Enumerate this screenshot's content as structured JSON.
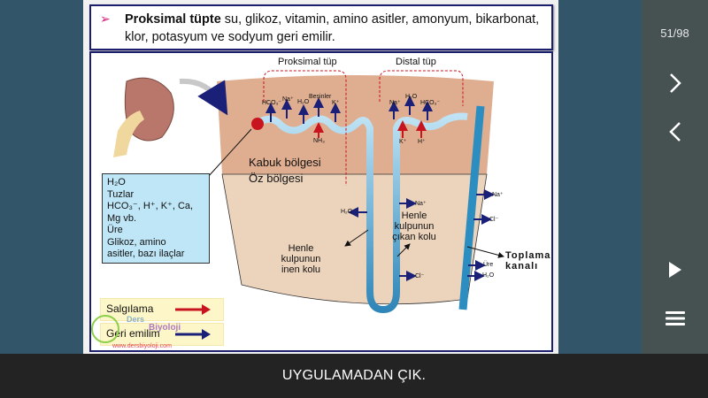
{
  "slide": {
    "header": {
      "bold": "Proksimal tüpte",
      "rest": " su, glikoz, vitamin, amino asitler, amonyum, bikarbonat, klor, potasyum ve sodyum geri emilir."
    },
    "diagram": {
      "proximal_label": "Proksimal tüp",
      "distal_label": "Distal tüp",
      "cortex_label": "Kabuk bölgesi",
      "medulla_label": "Öz bölgesi",
      "proximal_ions": [
        "HCO₃⁻",
        "Na⁺",
        "H₂O",
        "Besinler",
        "K⁺"
      ],
      "proximal_secreted": "NH₃",
      "distal_ions": [
        "Na⁺",
        "H₂O",
        "HCO₃⁻"
      ],
      "distal_secreted": [
        "K⁺",
        "H⁺"
      ],
      "descending_limb_label": "Henle kulpunun inen kolu",
      "ascending_limb_label": "Henle kulpunun çıkan kolu",
      "collecting_duct_label": "Toplama kanalı",
      "descending_ion": "H₂O",
      "ascending_ions": [
        "Na⁺",
        "Cl⁻"
      ],
      "collecting_ions": [
        "Na⁺",
        "Cl⁻",
        "Üre",
        "H₂O"
      ],
      "filtrate_box": [
        "H₂O",
        "Tuzlar",
        "HCO₃⁻, H⁺, K⁺, Ca,",
        "Mg vb.",
        "Üre",
        "Glikoz, amino",
        "asitler, bazı ilaçlar"
      ]
    },
    "legend": {
      "secretion": "Salgılama",
      "reabsorption": "Geri emilim"
    },
    "watermark": {
      "brand1": "Ders",
      "brand2": "Biyoloji",
      "url": "www.dersbiyoloji.com"
    },
    "colors": {
      "secretion_arrow": "#c8141e",
      "reabsorption_arrow": "#1a1f78",
      "cortex": "#dfae90",
      "medulla": "#ecd3bc",
      "tubule": "#a8d8ef"
    }
  },
  "side_panel": {
    "page_counter": "51/98",
    "next_icon": "chevron-right",
    "prev_icon": "chevron-left",
    "play_icon": "play",
    "menu_icon": "hamburger-menu"
  },
  "bottom_bar": {
    "exit_label": "UYGULAMADAN ÇIK."
  }
}
